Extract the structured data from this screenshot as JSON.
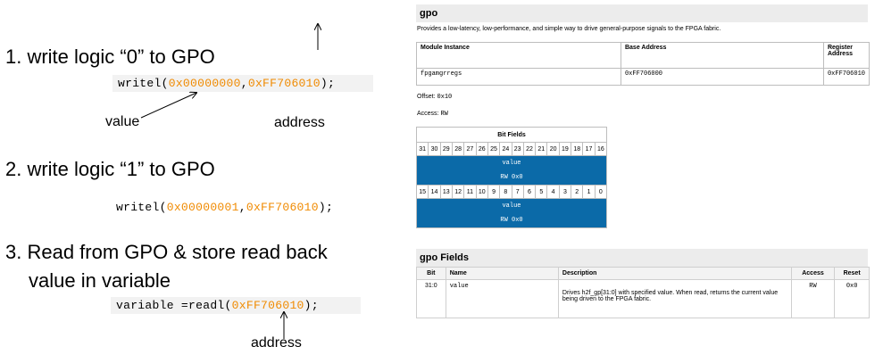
{
  "left": {
    "step1": "1. write logic “0” to GPO",
    "step2": "2. write logic “1” to GPO",
    "step3_line1": "3. Read from GPO & store read back",
    "step3_line2": "value in variable",
    "code1": {
      "fn": "writel",
      "open": "(",
      "val": "0x00000000",
      "comma": ",",
      "addr": "0xFF706010",
      "close": ");"
    },
    "code2": {
      "fn": "writel",
      "open": "(",
      "val": "0x00000001",
      "comma": ",",
      "addr": "0xFF706010",
      "close": ");"
    },
    "code3": {
      "fn": "variable =readl",
      "open": "(",
      "addr": "0xFF706010",
      "close": ");"
    },
    "label_value": "value",
    "label_address1": "address",
    "label_address2": "address"
  },
  "doc": {
    "title": "gpo",
    "description": "Provides a low-latency, low-performance, and simple way to drive general-purpose signals to the FPGA fabric.",
    "instance_table": {
      "headers": [
        "Module Instance",
        "Base Address",
        "Register Address"
      ],
      "row": [
        "fpgamgrregs",
        "0xFF706000",
        "0xFF706010"
      ]
    },
    "offset_label": "Offset:",
    "offset_value": "0x10",
    "access_label": "Access:",
    "access_value": "RW",
    "bitfields_title": "Bit Fields",
    "bits_high": [
      "31",
      "30",
      "29",
      "28",
      "27",
      "26",
      "25",
      "24",
      "23",
      "22",
      "21",
      "20",
      "19",
      "18",
      "17",
      "16"
    ],
    "bits_low": [
      "15",
      "14",
      "13",
      "12",
      "11",
      "10",
      "9",
      "8",
      "7",
      "6",
      "5",
      "4",
      "3",
      "2",
      "1",
      "0"
    ],
    "field_name": "value",
    "field_reset": "RW 0x0",
    "fields_title": "gpo Fields",
    "fields_headers": [
      "Bit",
      "Name",
      "Description",
      "Access",
      "Reset"
    ],
    "fields_row": {
      "bit": "31:0",
      "name": "value",
      "description": "Drives h2f_gp[31:0] with specified value. When read, returns the current value being driven to the FPGA fabric.",
      "access": "RW",
      "reset": "0x0"
    }
  },
  "colors": {
    "accent_blue": "#0b6aa8",
    "code_number": "#f08a00"
  }
}
